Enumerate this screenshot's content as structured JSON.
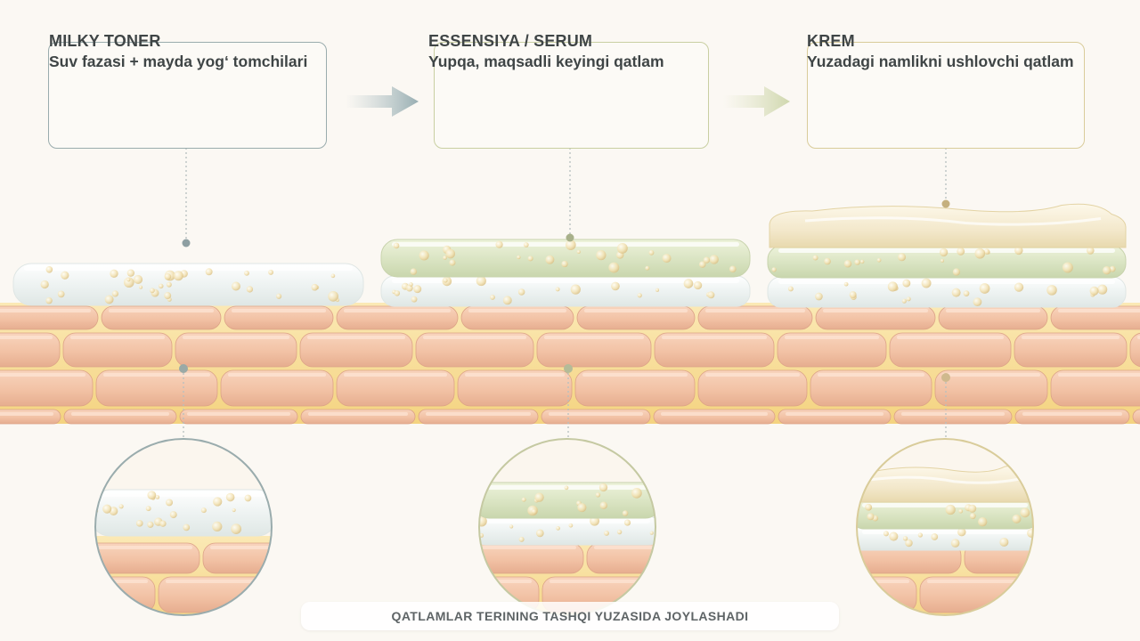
{
  "steps": [
    {
      "title": "MILKY TONER",
      "subtitle": "Suv fazasi + mayda yog‘ tomchilari",
      "accent": "#9aacad"
    },
    {
      "title": "ESSENSIYA / SERUM",
      "subtitle": "Yupqa, maqsadli keyingi qatlam",
      "accent": "#c9cfa2"
    },
    {
      "title": "KREM",
      "subtitle": "Yuzadagi namlikni ushlovchi qatlam",
      "accent": "#d9cc9a"
    }
  ],
  "caption": "QATLAMLAR TERINING TASHQI YUZASIDA JOYLASHADI",
  "colors": {
    "background": "#fbf8f3",
    "skin_cell": "#f3c6aa",
    "cell_gap": "#f7df98",
    "toner_layer": "#eef4f3",
    "serum_layer": "#dce6c6",
    "cream_layer": "#f4ead0",
    "droplet": "#efdba6"
  }
}
